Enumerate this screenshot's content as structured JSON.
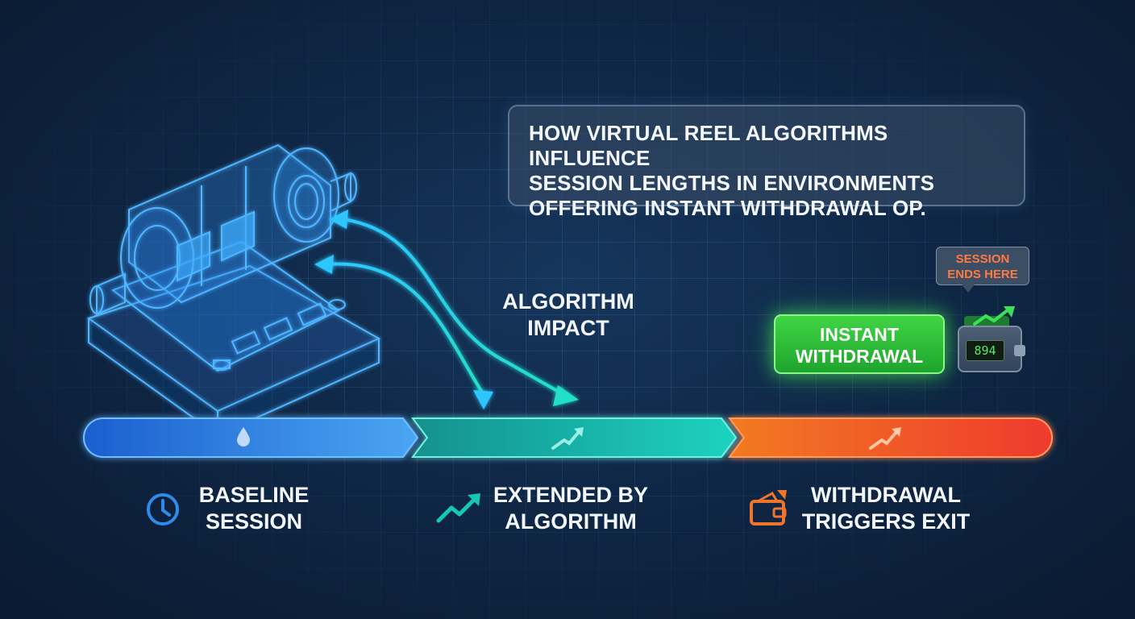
{
  "title": {
    "lines": [
      "HOW VIRTUAL REEL ALGORITHMS INFLUENCE",
      "SESSION LENGTHS IN ENVIRONMENTS",
      "OFFERING INSTANT WITHDRAWAL OP."
    ]
  },
  "impact_label": {
    "lines": [
      "ALGORITHM",
      "IMPACT"
    ]
  },
  "withdraw_button": {
    "lines": [
      "INSTANT",
      "WITHDRAWAL"
    ]
  },
  "session_bubble": {
    "lines": [
      "SESSION",
      "ENDS HERE"
    ]
  },
  "wallet_display": "894",
  "stages": [
    {
      "lines": [
        "BASELINE",
        "SESSION"
      ],
      "icon": "clock-icon",
      "color": "#2f8be8"
    },
    {
      "lines": [
        "EXTENDED BY",
        "ALGORITHM"
      ],
      "icon": "trend-up-icon",
      "color": "#17c7b6"
    },
    {
      "lines": [
        "WITHDRAWAL",
        "TRIGGERS EXIT"
      ],
      "icon": "wallet-icon",
      "color": "#f0752b"
    }
  ]
}
